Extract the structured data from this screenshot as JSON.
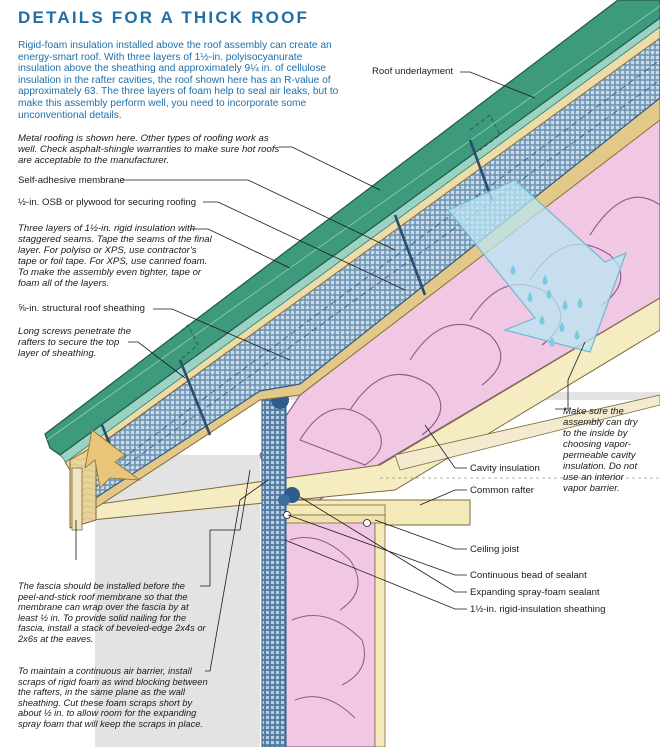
{
  "title": "DETAILS FOR A THICK ROOF",
  "intro": "Rigid-foam insulation installed above the roof assembly can create an energy-smart roof. With three layers of 1½-in. polyisocyanurate insulation above the sheathing and approximately 9¼ in. of cellulose insulation in the rafter cavities, the roof shown here has an R-value of approximately 63. The three layers of foam help to seal air leaks, but to make this assembly perform well, you need to incorporate some unconventional details.",
  "labels": {
    "roof_underlayment": "Roof underlayment",
    "metal_roofing": "Metal roofing is shown here. Other types of roofing work as well. Check asphalt-shingle warranties to make sure hot roofs are acceptable to the manufacturer.",
    "self_adhesive_membrane": "Self-adhesive membrane",
    "osb_plywood": "½-in. OSB or plywood for securing roofing",
    "rigid_insulation_layers": "Three layers of 1½-in. rigid insulation with staggered seams. Tape the seams of the final layer. For polyiso or XPS, use contractor's tape or foil tape. For XPS, use canned foam. To make the assembly even tighter, tape or foam all of the layers.",
    "structural_sheathing": "⅝-in. structural roof sheathing",
    "long_screws": "Long screws penetrate the rafters to secure the top layer of sheathing.",
    "dry_to_inside": "Make sure the assembly can dry to the inside by choosing vapor-permeable cavity insulation. Do not use an interior vapor barrier.",
    "cavity_insulation": "Cavity insulation",
    "common_rafter": "Common rafter",
    "ceiling_joist": "Ceiling joist",
    "continuous_bead": "Continuous bead of sealant",
    "expanding_foam": "Expanding spray-foam sealant",
    "rigid_sheathing": "1½-in. rigid-insulation sheathing",
    "fascia_note": "The fascia should be installed before the peel-and-stick roof membrane so that the membrane can wrap over the fascia by at least ½ in. To provide solid nailing for the fascia, install a stack of beveled-edge 2x4s or 2x6s at the eaves.",
    "air_barrier_note": "To maintain a continuous air barrier, install scraps of rigid foam as wind blocking between the rafters, in the same plane as the wall sheathing. Cut these foam scraps short by about ½ in. to allow room for the expanding spray foam that will keep the scraps in place."
  },
  "colors": {
    "title_blue": "#1f6fa8",
    "metal_roof": "#3d9a7c",
    "membrane": "#8fcfc0",
    "osb": "#e9d9a6",
    "foam_mesh": "#5b86a8",
    "sheathing": "#e2c98a",
    "insulation_pink": "#f0c8e4",
    "rafter_tan": "#f4e9b8",
    "drying_arrow": "#b9e6f2",
    "wall_grey": "#dcdcdc"
  }
}
